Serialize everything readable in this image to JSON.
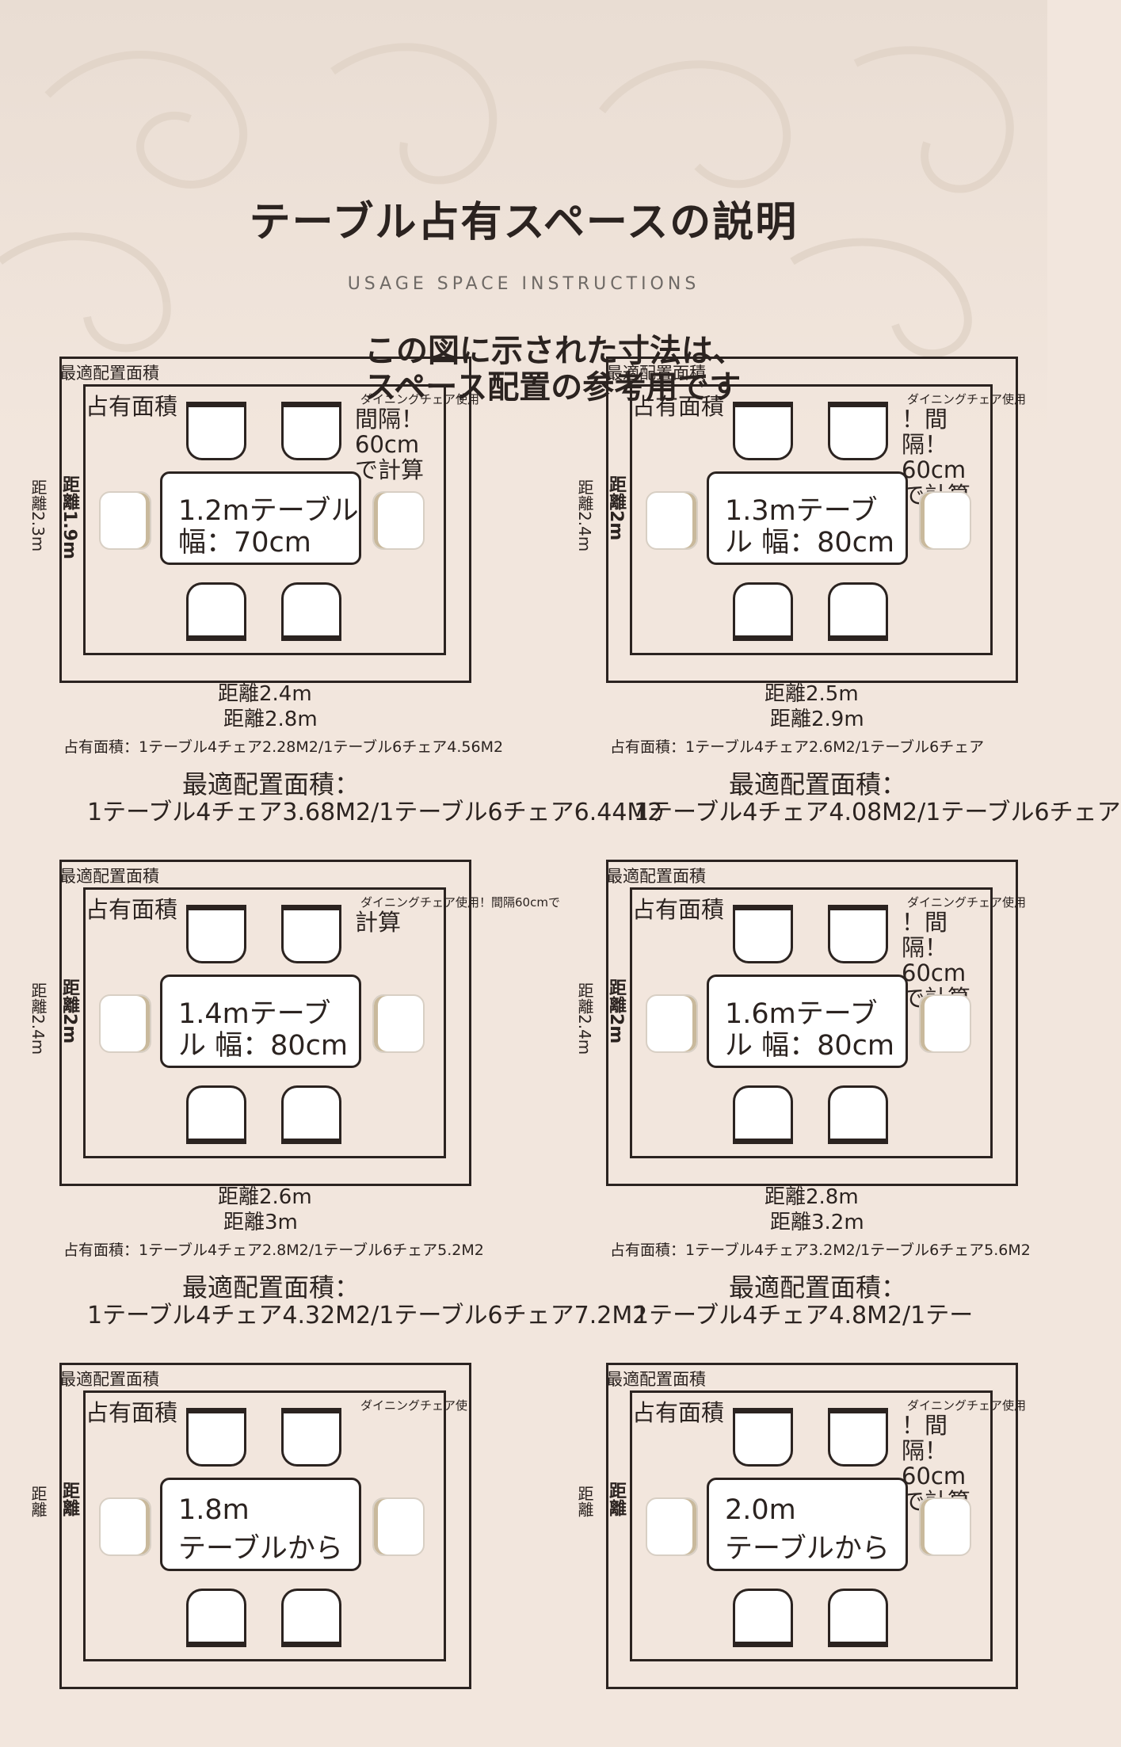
{
  "header": {
    "title": "テーブル占有スペースの説明",
    "subtitle": "USAGE SPACE INSTRUCTIONS",
    "notice_line1": "この図に示された寸法は、",
    "notice_line2": "スペース配置の参考用です"
  },
  "panels": [
    {
      "optimal_label": "最適配置面積",
      "occupied_label": "占有面積",
      "chair_note_small": "ダイニングチェア使用",
      "chair_note_big": "間隔！60cmで計算",
      "table_line1": "1.2mテーブル",
      "table_line2": "幅：70cm",
      "inner_side": "距離1.9m",
      "outer_side": "距離2.3m",
      "inner_bottom": "距離2.4m",
      "outer_bottom": "距離2.8m",
      "occupied_area": "占有面積：1テーブル4チェア2.28M2/1テーブル6チェア4.56M2",
      "optimal_area_title": "最適配置面積：",
      "optimal_area_value": "1テーブル4チェア3.68M2/1テーブル6チェア6.44M2"
    },
    {
      "optimal_label": "最適配置面積",
      "occupied_label": "占有面積",
      "chair_note_small": "ダイニングチェア使用",
      "chair_note_big": "！間隔！60cmで計算",
      "table_line1": "1.3mテーブ",
      "table_line2": "ル 幅：80cm",
      "inner_side": "距離2m",
      "outer_side": "距離2.4m",
      "inner_bottom": "距離2.5m",
      "outer_bottom": "距離2.9m",
      "occupied_area": "占有面積：1テーブル4チェア2.6M2/1テーブル6チェア",
      "optimal_area_title": "最適配置面積：",
      "optimal_area_value": "1テーブル4チェア4.08M2/1テーブル6チェア"
    },
    {
      "optimal_label": "最適配置面積",
      "occupied_label": "占有面積",
      "chair_note_small": "ダイニングチェア使用！間隔60cmで",
      "chair_note_big": "計算",
      "table_line1": "1.4mテーブ",
      "table_line2": "ル 幅：80cm",
      "inner_side": "距離2m",
      "outer_side": "距離2.4m",
      "inner_bottom": "距離2.6m",
      "outer_bottom": "距離3m",
      "occupied_area": "占有面積：1テーブル4チェア2.8M2/1テーブル6チェア5.2M2",
      "optimal_area_title": "最適配置面積：",
      "optimal_area_value": "1テーブル4チェア4.32M2/1テーブル6チェア7.2M2"
    },
    {
      "optimal_label": "最適配置面積",
      "occupied_label": "占有面積",
      "chair_note_small": "ダイニングチェア使用",
      "chair_note_big": "！間隔！60cmで計算",
      "table_line1": "1.6mテーブ",
      "table_line2": "ル 幅：80cm",
      "inner_side": "距離2m",
      "outer_side": "距離2.4m",
      "inner_bottom": "距離2.8m",
      "outer_bottom": "距離3.2m",
      "occupied_area": "占有面積：1テーブル4チェア3.2M2/1テーブル6チェア5.6M2",
      "optimal_area_title": "最適配置面積：",
      "optimal_area_value": "1テーブル4チェア4.8M2/1テー"
    },
    {
      "optimal_label": "最適配置面積",
      "occupied_label": "占有面積",
      "chair_note_small": "ダイニングチェア使",
      "chair_note_big": "",
      "table_line1": "1.8m",
      "table_line2": "テーブルから",
      "inner_side": "距離",
      "outer_side": "距離",
      "inner_bottom": "",
      "outer_bottom": "",
      "occupied_area": "",
      "optimal_area_title": "",
      "optimal_area_value": ""
    },
    {
      "optimal_label": "最適配置面積",
      "occupied_label": "占有面積",
      "chair_note_small": "ダイニングチェア使用",
      "chair_note_big": "！間隔！60cmで計算",
      "table_line1": "2.0m",
      "table_line2": "テーブルから",
      "inner_side": "距離",
      "outer_side": "距離",
      "inner_bottom": "",
      "outer_bottom": "",
      "occupied_area": "",
      "optimal_area_title": "",
      "optimal_area_value": ""
    }
  ]
}
